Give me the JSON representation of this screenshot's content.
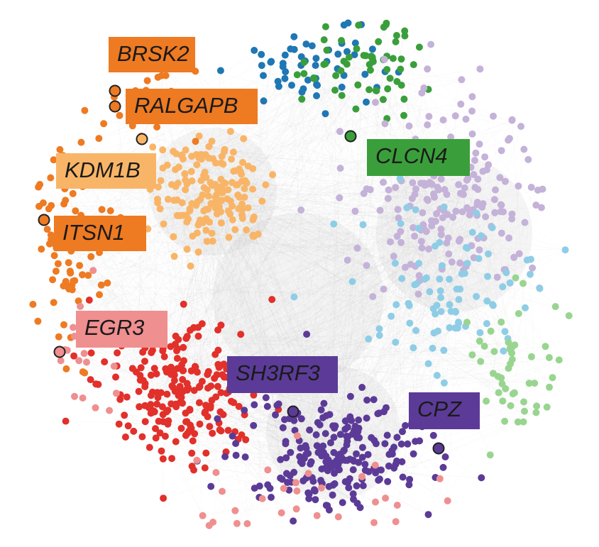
{
  "colors": {
    "orange": "#ee7a22",
    "light_orange": "#f9b567",
    "red": "#e2302a",
    "pink": "#ef8f90",
    "dark_blue": "#1f77b4",
    "green": "#3a9f3a",
    "lavender": "#c4b2d9",
    "light_blue": "#8fcde6",
    "light_green": "#99d590",
    "purple": "#5b3b97",
    "edge": "#8a8a8a"
  },
  "labels": {
    "brsk2": {
      "text": "BRSK2",
      "color": "#ee7a22"
    },
    "ralgapb": {
      "text": "RALGAPB",
      "color": "#ee7a22"
    },
    "kdm1b": {
      "text": "KDM1B",
      "color": "#f9b567"
    },
    "itsn1": {
      "text": "ITSN1",
      "color": "#ee7a22"
    },
    "egr3": {
      "text": "EGR3",
      "color": "#ef8f90"
    },
    "clcn4": {
      "text": "CLCN4",
      "color": "#3a9f3a"
    },
    "sh3rf3": {
      "text": "SH3RF3",
      "color": "#5b3b97"
    },
    "cpz": {
      "text": "CPZ",
      "color": "#5b3b97"
    }
  }
}
